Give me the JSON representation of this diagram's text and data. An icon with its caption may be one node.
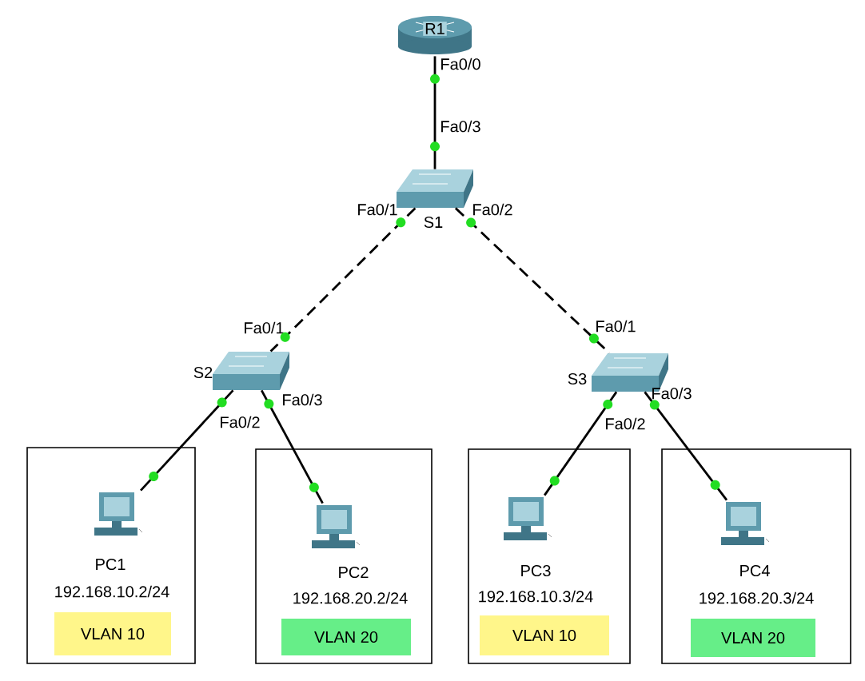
{
  "diagram": {
    "nodes": [
      {
        "text": [
          "R1"
        ],
        "beside": [
          "Fa0/0"
        ]
      },
      {
        "text": [
          "S1"
        ],
        "beside": [
          "Fa0/3",
          "Fa0/1",
          "Fa0/2"
        ]
      },
      {
        "text": [
          "S2"
        ],
        "beside": [
          "Fa0/1",
          "Fa0/3",
          "Fa0/2"
        ]
      },
      {
        "text": [
          "S3"
        ],
        "beside": [
          "Fa0/1",
          "Fa0/3",
          "Fa0/2"
        ]
      },
      {
        "text": [
          "PC1",
          "192.168.10.2/24"
        ]
      },
      {
        "text": [],
        "shape": "computer",
        "in": 4
      },
      {
        "text": [
          "VLAN 10"
        ],
        "in": 4
      },
      {
        "text": [
          "PC2",
          "192.168.20.2/24"
        ]
      },
      {
        "text": [],
        "shape": "computer",
        "in": 7
      },
      {
        "text": [
          "VLAN 20"
        ],
        "in": 7
      },
      {
        "text": [
          "PC3",
          "192.168.10.3/24"
        ]
      },
      {
        "text": [],
        "shape": "computer",
        "in": 10
      },
      {
        "text": [
          "VLAN 10"
        ],
        "in": 10
      },
      {
        "text": [
          "PC4",
          "192.168.20.3/24"
        ]
      },
      {
        "text": [],
        "shape": "computer",
        "in": 13
      },
      {
        "text": [
          "VLAN 20"
        ],
        "in": 13
      }
    ],
    "edges": [
      {
        "from": 0,
        "to": 1,
        "arrow": "none"
      },
      {
        "from": 1,
        "to": 2,
        "arrow": "none",
        "style": "dashed"
      },
      {
        "from": 1,
        "to": 3,
        "arrow": "none",
        "style": "dashed"
      },
      {
        "from": 2,
        "to": 5,
        "arrow": "none"
      },
      {
        "from": 2,
        "to": 8,
        "arrow": "none"
      },
      {
        "from": 3,
        "to": 11,
        "arrow": "none"
      },
      {
        "from": 3,
        "to": 14,
        "arrow": "none"
      }
    ]
  }
}
